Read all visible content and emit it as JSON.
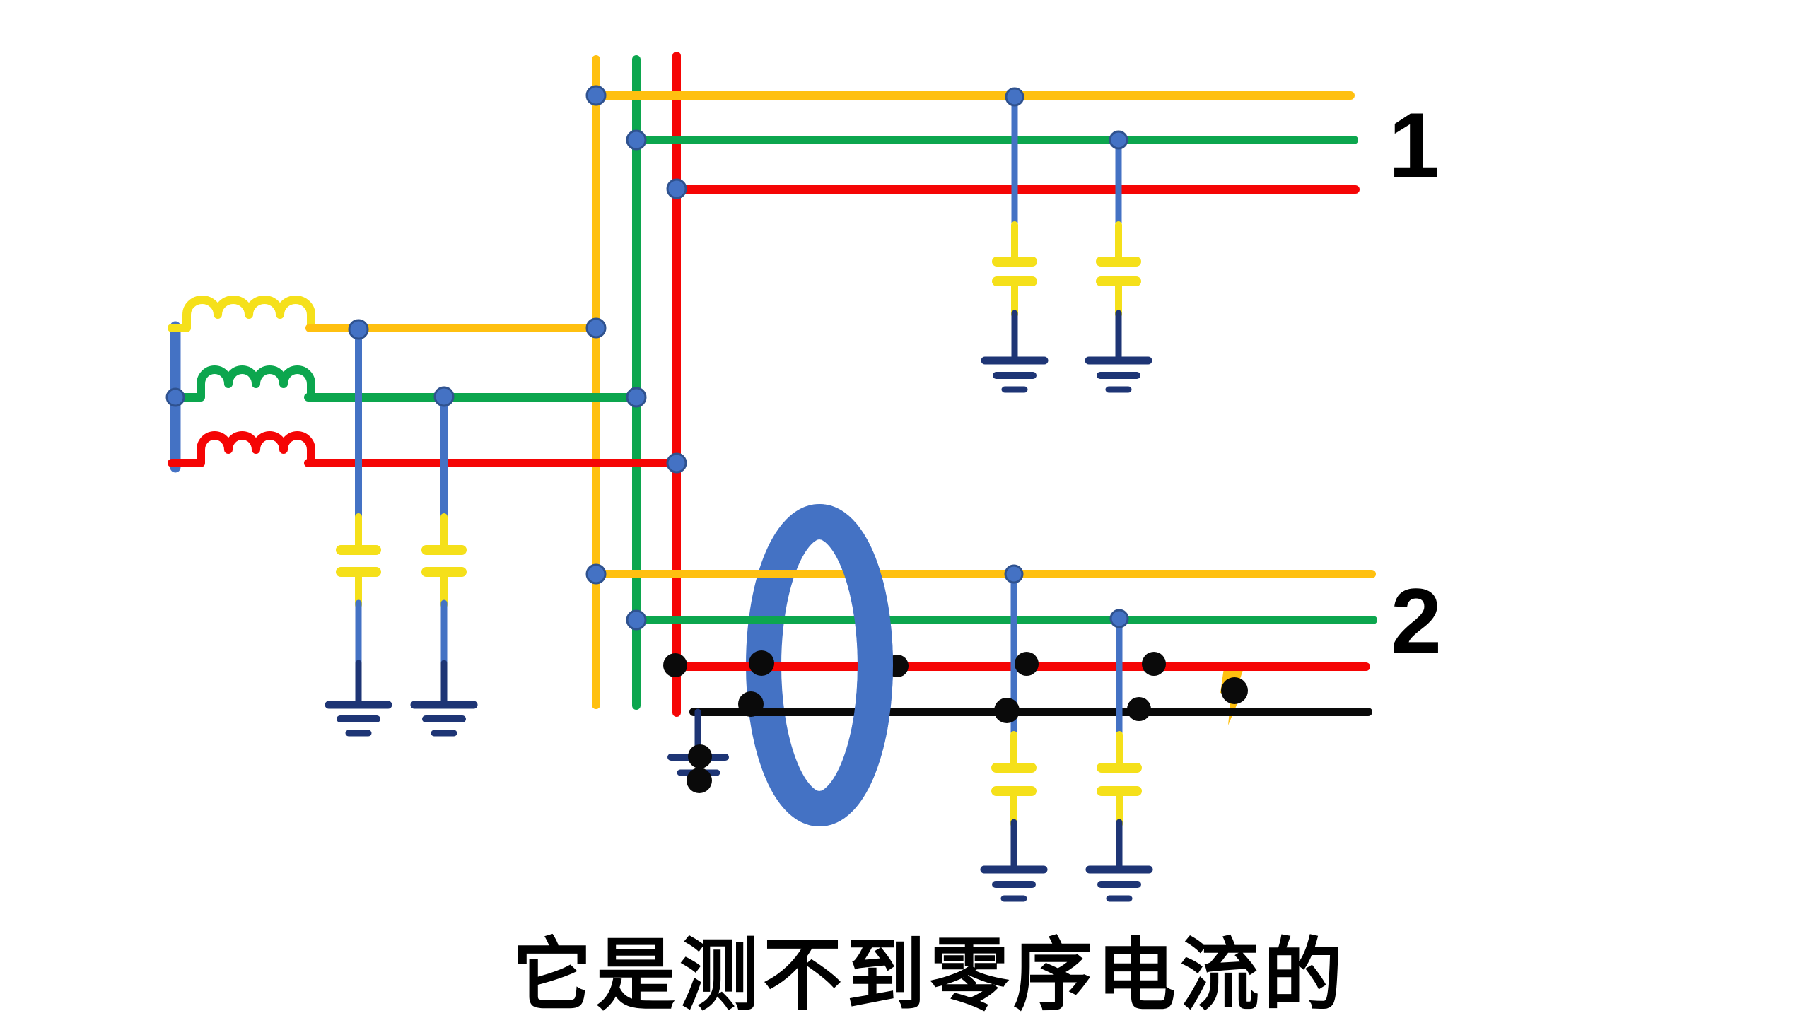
{
  "labels": {
    "feeder1_label": "1",
    "feeder2_label": "2",
    "caption": "它是测不到零序电流的"
  },
  "colors": {
    "phase_gold": "#FFC010",
    "phase_green": "#0CA64E",
    "phase_red": "#F50505",
    "bright_yellow": "#F5E01A",
    "connector_blue": "#4472C4",
    "connector_blue_edge": "#2F528F",
    "ground_navy": "#1E3575",
    "neutral_black": "#0A0A0A",
    "text_black": "#000000",
    "background": "#FFFFFF"
  }
}
